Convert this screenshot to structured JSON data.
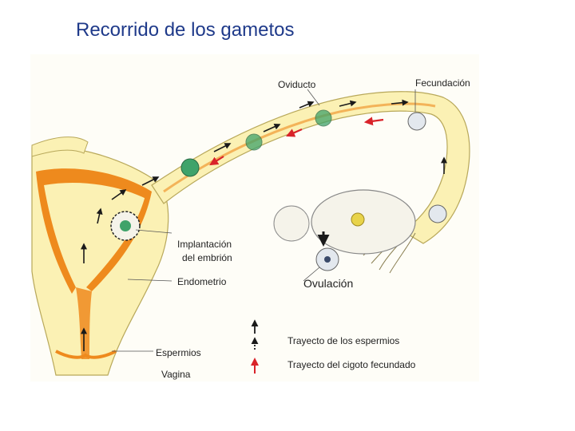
{
  "slide": {
    "title": "Recorrido de los gametos"
  },
  "labels": {
    "oviducto": "Oviducto",
    "fecundacion": "Fecundación",
    "implantacion_line1": "Implantación",
    "implantacion_line2": "del embrión",
    "endometrio": "Endometrio",
    "ovulacion": "Ovulación",
    "espermios": "Espermios",
    "vagina": "Vagina"
  },
  "legend": {
    "sperm_path": "Trayecto de los espermios",
    "zygote_path": "Trayecto del cigoto fecundado"
  },
  "colors": {
    "title": "#1f3a8a",
    "tissue": "#fbf1b4",
    "tissue_edge": "#b8a85a",
    "endometrium": "#ee8a1d",
    "sperm_arrow": "#1a1a1a",
    "zygote_arrow": "#d9232a",
    "cell": "#e3e8ee",
    "cell_green": "#3fa36a",
    "follicle": "#e8d34a"
  }
}
